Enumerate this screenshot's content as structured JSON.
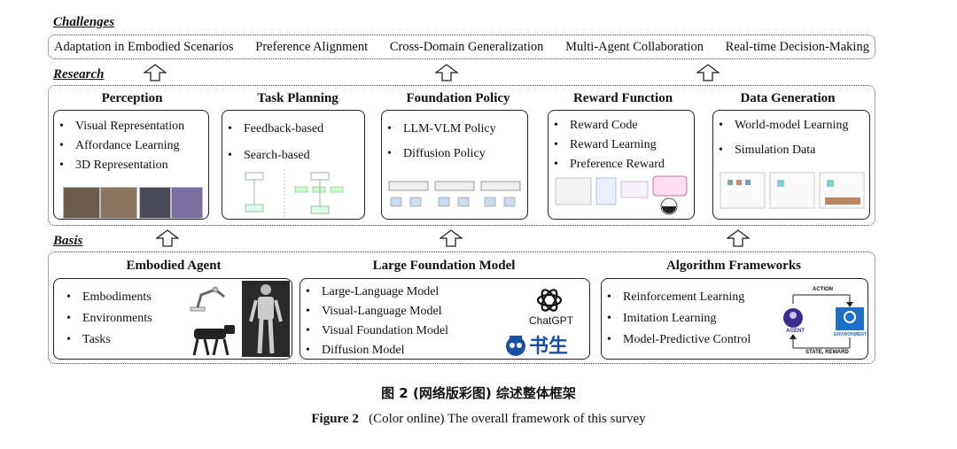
{
  "sections": {
    "challenges": "Challenges",
    "research": "Research",
    "basis": "Basis"
  },
  "challenges": [
    "Adaptation in Embodied Scenarios",
    "Preference Alignment",
    "Cross-Domain Generalization",
    "Multi-Agent Collaboration",
    "Real-time Decision-Making"
  ],
  "research": [
    {
      "title": "Perception",
      "items": [
        "Visual Representation",
        "Affordance Learning",
        "3D Representation"
      ]
    },
    {
      "title": "Task Planning",
      "items": [
        "Feedback-based",
        "Search-based"
      ]
    },
    {
      "title": "Foundation Policy",
      "items": [
        "LLM-VLM Policy",
        "Diffusion Policy"
      ]
    },
    {
      "title": "Reward Function",
      "items": [
        "Reward Code",
        "Reward Learning",
        "Preference Reward"
      ]
    },
    {
      "title": "Data Generation",
      "items": [
        "World-model Learning",
        "Simulation Data"
      ]
    }
  ],
  "basis": [
    {
      "title": "Embodied Agent",
      "items": [
        "Embodiments",
        "Environments",
        "Tasks"
      ]
    },
    {
      "title": "Large Foundation Model",
      "items": [
        "Large-Language Model",
        "Visual-Language Model",
        "Visual Foundation Model",
        "Diffusion Model"
      ]
    },
    {
      "title": "Algorithm Frameworks",
      "items": [
        "Reinforcement Learning",
        "Imitation Learning",
        "Model-Predictive Control"
      ]
    }
  ],
  "logos": {
    "chatgpt": "ChatGPT",
    "shusheng": "书生"
  },
  "rl_diagram": {
    "action": "ACTION",
    "agent": "AGENT",
    "environment": "ENVIRONMENT",
    "state_reward": "STATE, REWARD"
  },
  "caption": {
    "cn": "图 2  (网络版彩图) 综述整体框架",
    "en_label": "Figure 2",
    "en_text": "(Color online) The overall framework of this survey"
  },
  "colors": {
    "border": "#222222",
    "agent_purple": "#3b2d8c",
    "env_blue": "#1e6fc8",
    "logo_blue": "#1b4fa3"
  }
}
